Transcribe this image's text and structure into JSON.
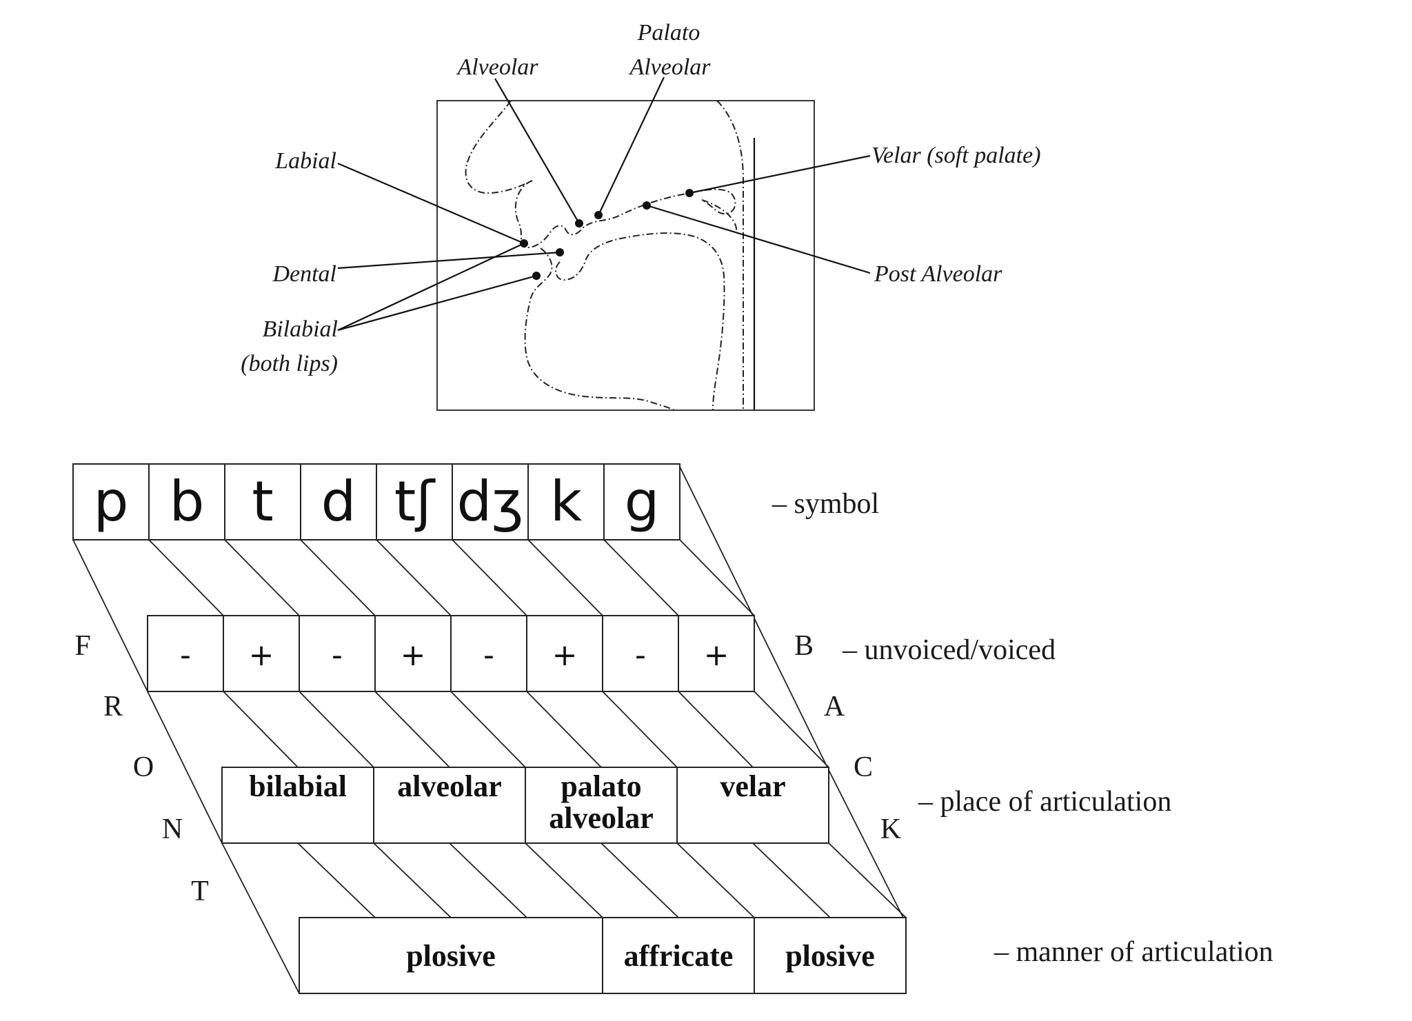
{
  "anatomy": {
    "labels": {
      "palato_line1": "Palato",
      "palato_line2": "Alveolar",
      "alveolar": "Alveolar",
      "labial": "Labial",
      "dental": "Dental",
      "bilabial_line1": "Bilabial",
      "bilabial_line2": "(both lips)",
      "velar": "Velar (soft palate)",
      "post_alveolar": "Post Alveolar"
    }
  },
  "table": {
    "symbols": [
      "p",
      "b",
      "t",
      "d",
      "tʃ",
      "dʒ",
      "k",
      "g"
    ],
    "voicing": [
      "-",
      "+",
      "-",
      "+",
      "-",
      "+",
      "-",
      "+"
    ],
    "places": [
      {
        "line1": "bilabial",
        "line2": ""
      },
      {
        "line1": "alveolar",
        "line2": ""
      },
      {
        "line1": "palato",
        "line2": "alveolar"
      },
      {
        "line1": "velar",
        "line2": ""
      }
    ],
    "manners": [
      "plosive",
      "affricate",
      "plosive"
    ],
    "front_letters": [
      "F",
      "R",
      "O",
      "N",
      "T"
    ],
    "back_letters": [
      "B",
      "A",
      "C",
      "K"
    ],
    "row_labels": {
      "symbol": "– symbol",
      "voicing": "– unvoiced/voiced",
      "place": "– place of articulation",
      "manner": "– manner of articulation"
    }
  }
}
